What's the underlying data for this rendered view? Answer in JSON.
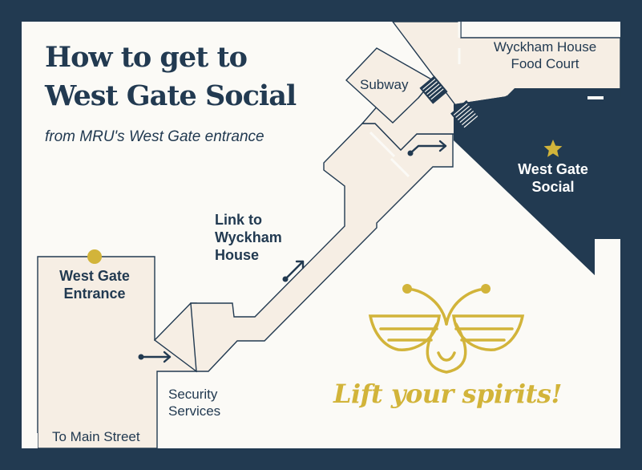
{
  "colors": {
    "navy": "#223a51",
    "paper": "#fbfaf6",
    "corridor": "#f6eee4",
    "gold": "#d2b43a"
  },
  "title": "How to get to\nWest Gate Social",
  "subtitle": "from MRU's West Gate entrance",
  "labels": {
    "subway": "Subway",
    "food_court": "Wyckham House\nFood Court",
    "destination": "West Gate\nSocial",
    "link": "Link to\nWyckham\nHouse",
    "entrance": "West Gate\nEntrance",
    "security": "Security\nServices",
    "main_street": "To Main Street"
  },
  "icons": {
    "destination_marker": "star-icon",
    "entrance_marker": "dot-icon",
    "stairs": "stairs-icon",
    "direction": "arrow-icon",
    "logo": "moth-logo-icon"
  },
  "slogan": "Lift your spirits!"
}
